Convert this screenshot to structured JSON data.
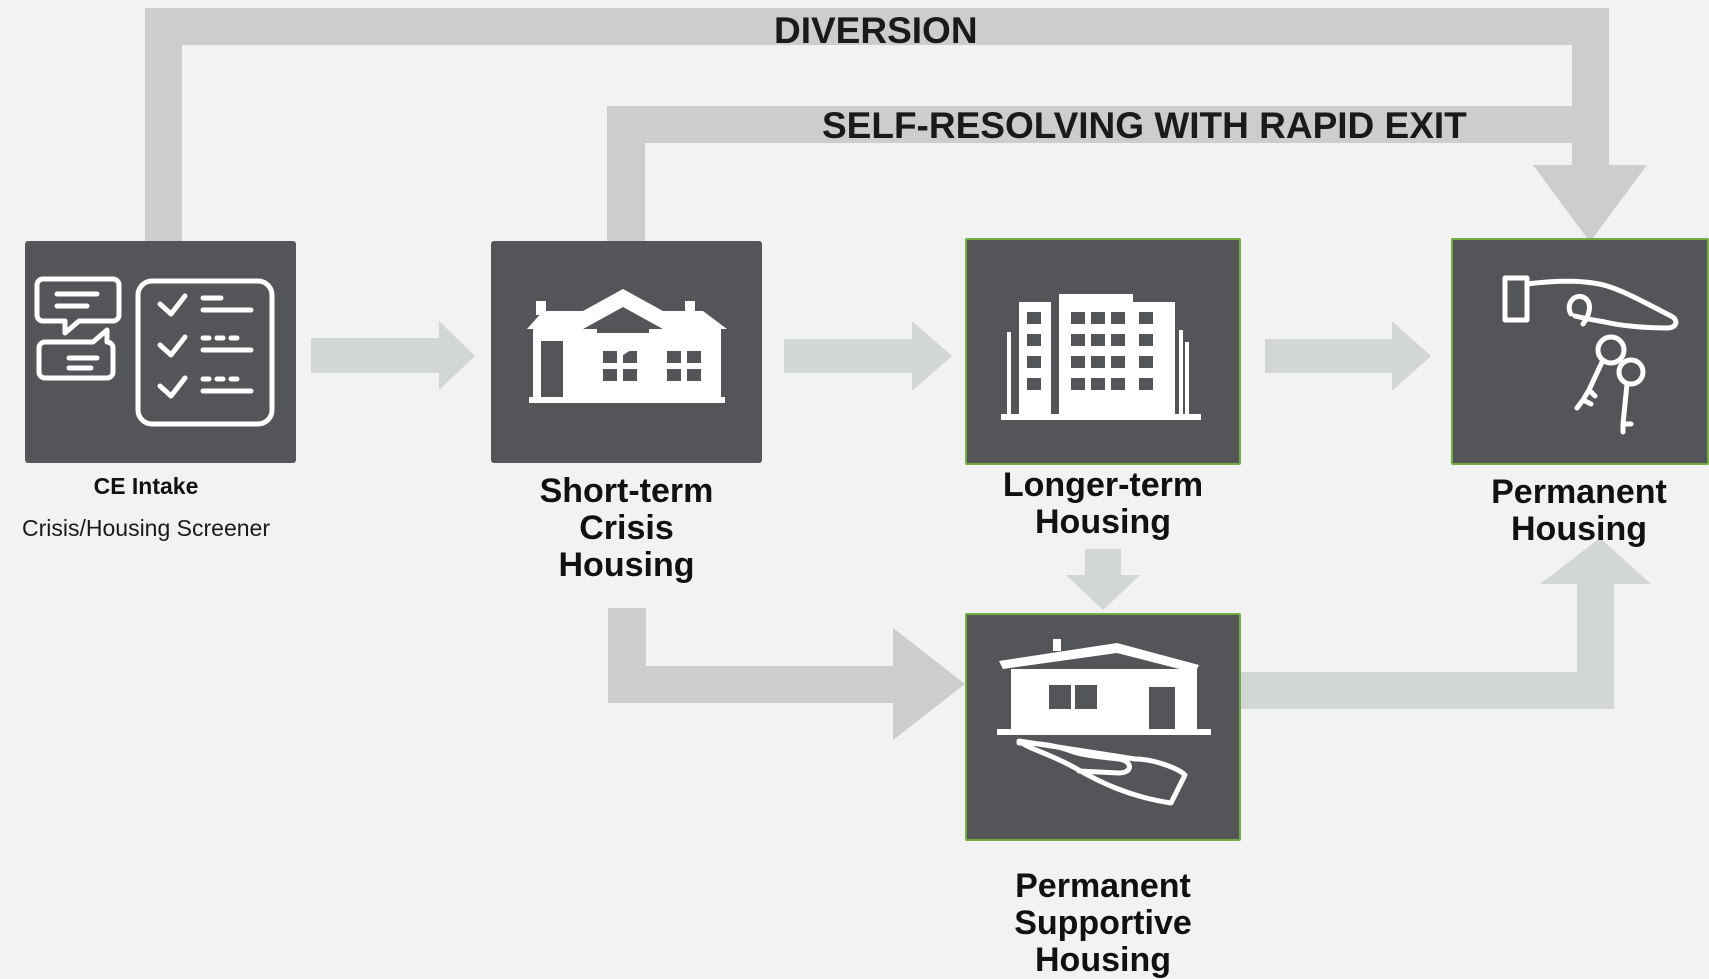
{
  "routes": {
    "diversion": "DIVERSION",
    "self_resolving": "SELF-RESOLVING WITH RAPID EXIT"
  },
  "stages": {
    "intake": {
      "title": "CE Intake",
      "subtitle": "Crisis/Housing Screener",
      "icon": "checklist-chat-icon"
    },
    "short_term": {
      "label": "Short-term\nCrisis\nHousing",
      "icon": "shelter-house-icon"
    },
    "longer_term": {
      "label": "Longer-term\nHousing",
      "icon": "apartment-building-icon"
    },
    "permanent": {
      "label": "Permanent\nHousing",
      "icon": "hand-keys-icon"
    },
    "psh": {
      "label": "Permanent\nSupportive\nHousing",
      "icon": "house-in-hand-icon"
    }
  },
  "colors": {
    "background": "#f2f2f2",
    "tile": "#545559",
    "tile_border_accent": "#6fae3f",
    "route_arrow": "#cdcdcd",
    "flow_arrow": "#d3d6d6",
    "text": "#111111"
  }
}
